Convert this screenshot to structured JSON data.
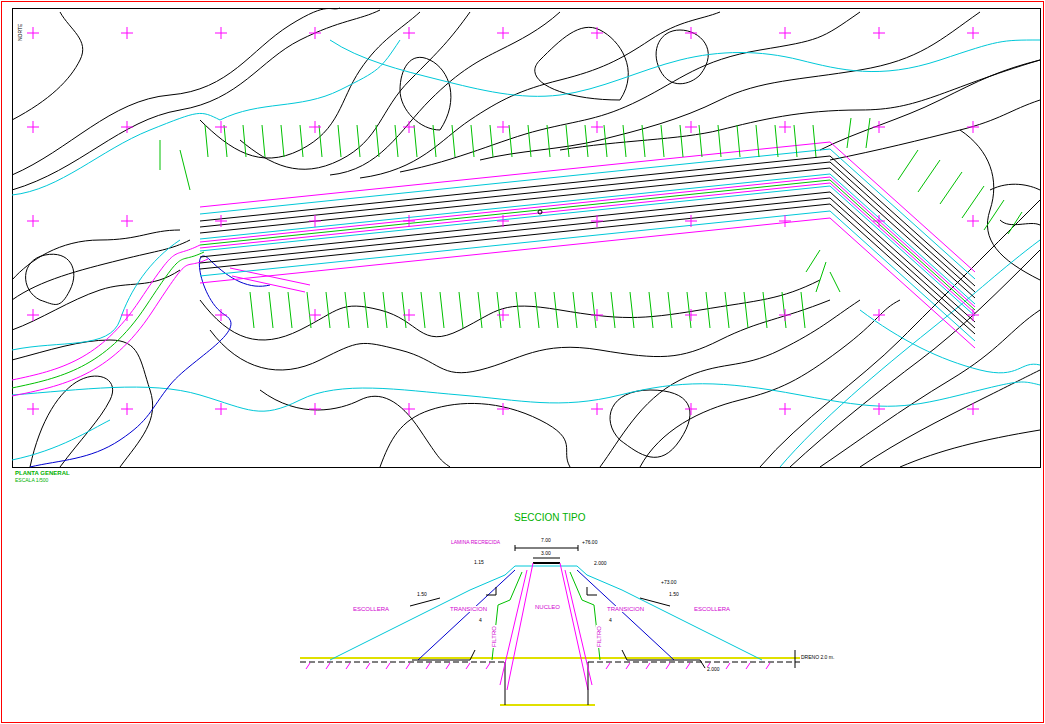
{
  "diagram": {
    "labels": [
      "PLANTA GENERAL",
      "ESCALA 1/500",
      "NORTE",
      "SECCION TIPO",
      "LAMINA RECRECIDA",
      "7.00",
      "3.00",
      "+76.00",
      "1.15",
      "2.000",
      "1.50",
      "+73.00",
      "1.50",
      "ESCOLLERA",
      "TRANSICION",
      "FILTRO",
      "NUCLEO",
      "FILTRO",
      "TRANSICION",
      "ESCOLLERA",
      "DRENO 2.0 m.",
      "2.000",
      "4",
      "4"
    ]
  }
}
